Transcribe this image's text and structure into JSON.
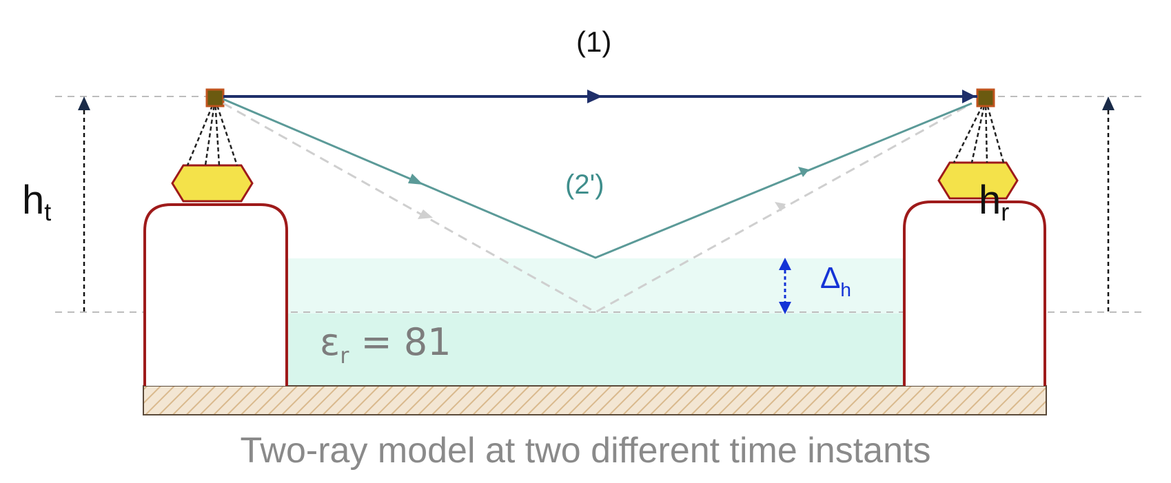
{
  "labels": {
    "ht_main": "h",
    "ht_sub": "t",
    "hr_main": "h",
    "hr_sub": "r",
    "ray1": "(1)",
    "ray2": "(2')",
    "delta_main": "Δ",
    "delta_sub": "h",
    "eps_main": "ε",
    "eps_sub": "r",
    "eps_value": " = 81",
    "caption": "Two-ray model at two different time instants"
  },
  "colors": {
    "direct_ray": "#1f2f6a",
    "reflected_ray": "#5b9a98",
    "previous_reflected_ray": "#cfcfcf",
    "tower_outline": "#9e1a1a",
    "antenna_box": "#f4e24a",
    "water": "#d8f6ec",
    "ground": "#f3e6d3",
    "delta_arrow": "#1433d6"
  },
  "icons": {
    "transmitter": "antenna-icon",
    "receiver": "antenna-icon"
  }
}
